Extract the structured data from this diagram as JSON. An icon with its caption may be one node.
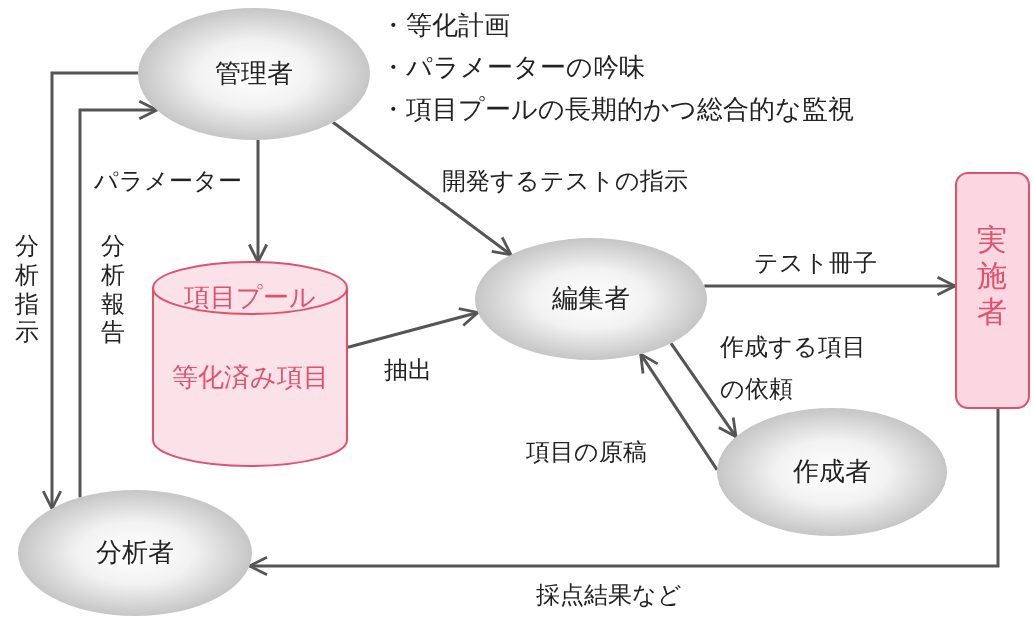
{
  "diagram": {
    "nodes": [
      {
        "text": [
          "管理者"
        ],
        "beside": [
          "・等化計画",
          "・パラメーターの吟味",
          "・項目プールの長期的かつ総合的な監視"
        ]
      },
      {
        "text": [
          "項目プール",
          "等化済み項目"
        ]
      },
      {
        "text": [
          "編集者"
        ]
      },
      {
        "text": [
          "実施者"
        ]
      },
      {
        "text": [
          "作成者"
        ]
      },
      {
        "text": [
          "分析者"
        ]
      }
    ],
    "edges": [
      {
        "from": 0,
        "to": 1,
        "arrow": "to",
        "label": "パラメーター"
      },
      {
        "from": 0,
        "to": 2,
        "arrow": "to",
        "label": "開発するテストの指示"
      },
      {
        "from": 1,
        "to": 2,
        "arrow": "to",
        "label": "抽出"
      },
      {
        "from": 2,
        "to": 3,
        "arrow": "to",
        "label": "テスト冊子"
      },
      {
        "from": 2,
        "to": 4,
        "arrow": "to",
        "label": "作成する項目の依頼"
      },
      {
        "from": 4,
        "to": 2,
        "arrow": "to",
        "label": "項目の原稿"
      },
      {
        "from": 0,
        "to": 5,
        "arrow": "to",
        "label": "分析指示"
      },
      {
        "from": 5,
        "to": 0,
        "arrow": "to",
        "label": "分析報告"
      },
      {
        "from": 3,
        "to": 5,
        "arrow": "to",
        "label": "採点結果など"
      }
    ]
  }
}
